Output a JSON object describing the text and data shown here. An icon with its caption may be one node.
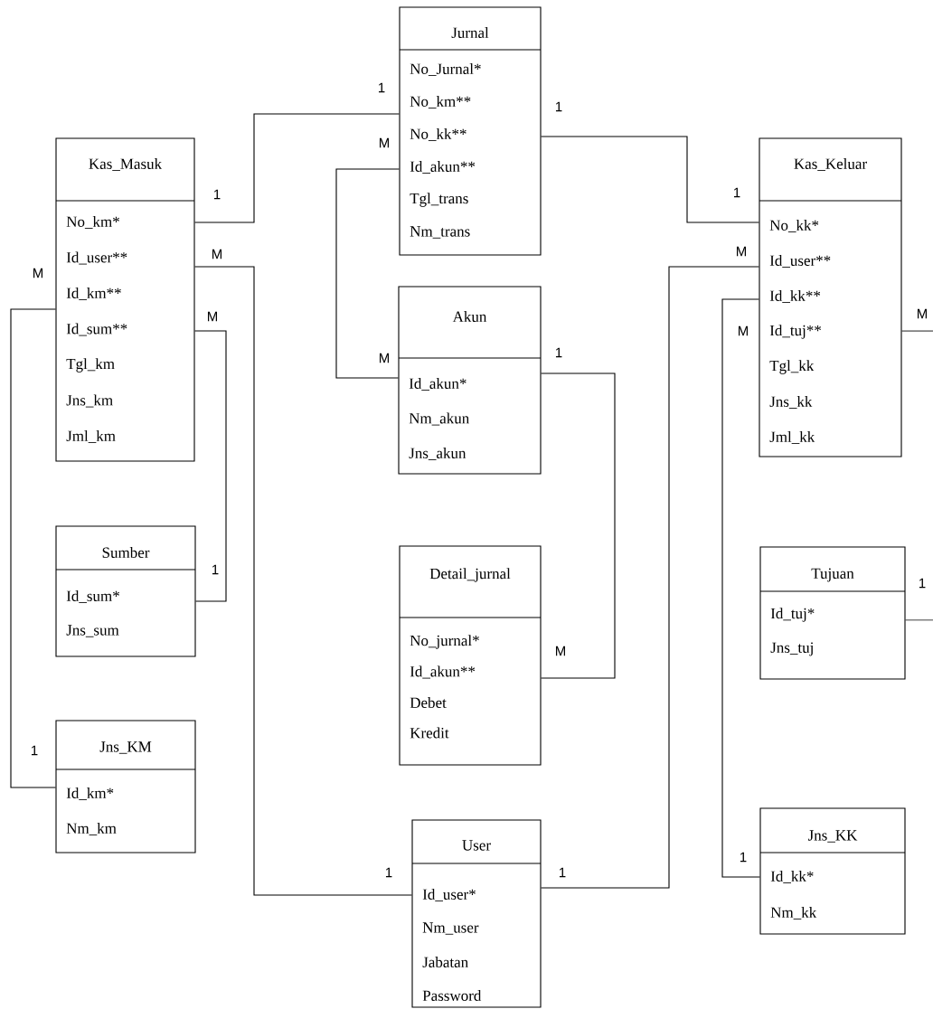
{
  "diagram": {
    "nodes": [
      {
        "text": [
          "Jurnal",
          "No_Jurnal*",
          "No_km**",
          "No_kk**",
          "Id_akun**",
          "Tgl_trans",
          "Nm_trans"
        ]
      },
      {
        "text": [
          "Kas_Masuk",
          "No_km*",
          "Id_user**",
          "Id_km**",
          "Id_sum**",
          "Tgl_km",
          "Jns_km",
          "Jml_km"
        ]
      },
      {
        "text": [
          "Kas_Keluar",
          "No_kk*",
          "Id_user**",
          "Id_kk**",
          "Id_tuj**",
          "Tgl_kk",
          "Jns_kk",
          "Jml_kk"
        ]
      },
      {
        "text": [
          "Akun",
          "Id_akun*",
          "Nm_akun",
          "Jns_akun"
        ]
      },
      {
        "text": [
          "Sumber",
          "Id_sum*",
          "Jns_sum"
        ]
      },
      {
        "text": [
          "Detail_jurnal",
          "No_jurnal*",
          "Id_akun**",
          "Debet",
          "Kredit"
        ]
      },
      {
        "text": [
          "Tujuan",
          "Id_tuj*",
          "Jns_tuj"
        ]
      },
      {
        "text": [
          "Jns_KM",
          "Id_km*",
          "Nm_km"
        ]
      },
      {
        "text": [
          "User",
          "Id_user*",
          "Nm_user",
          "Jabatan",
          "Password"
        ]
      },
      {
        "text": [
          "Jns_KK",
          "Id_kk*",
          "Nm_kk"
        ]
      }
    ],
    "edges": [
      {
        "from": 1,
        "to": 0,
        "arrow": "none"
      },
      {
        "from": 0,
        "to": 2,
        "arrow": "none"
      },
      {
        "from": 0,
        "to": 3,
        "arrow": "none"
      },
      {
        "from": 1,
        "to": 8,
        "arrow": "none"
      },
      {
        "from": 1,
        "to": 4,
        "arrow": "none"
      },
      {
        "from": 1,
        "to": 7,
        "arrow": "none"
      },
      {
        "from": 3,
        "to": 5,
        "arrow": "none"
      },
      {
        "from": 8,
        "to": 2,
        "arrow": "none"
      },
      {
        "from": 2,
        "to": 9,
        "arrow": "none"
      },
      {
        "from": 2,
        "to": 6,
        "arrow": "none"
      }
    ],
    "labels": [
      "1",
      "1",
      "M",
      "1",
      "1",
      "M",
      "M",
      "M",
      "M",
      "M",
      "M",
      "1",
      "M",
      "1",
      "1",
      "M",
      "1",
      "1",
      "1",
      "1"
    ]
  }
}
